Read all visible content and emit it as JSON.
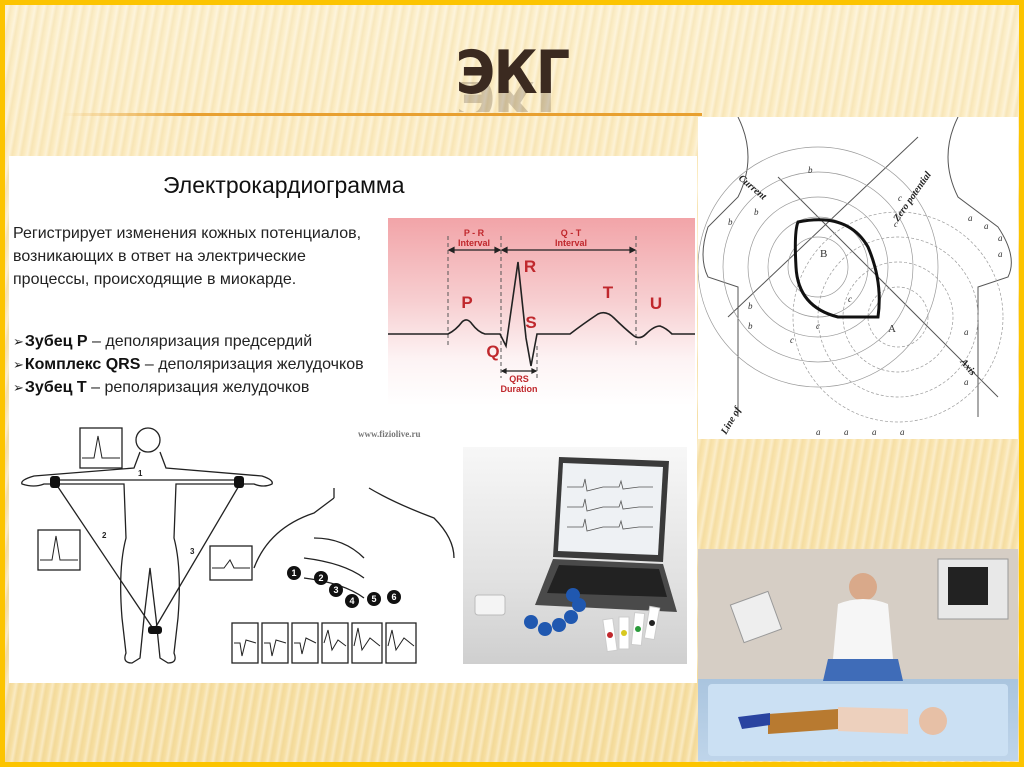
{
  "slide": {
    "title": "ЭКГ",
    "accent_colors": {
      "frame": "#fcc400",
      "rule": "#e8a030",
      "title_text": "#3b2a20",
      "ecg_label": "#c0282d"
    }
  },
  "left_panel": {
    "heading": "Электрокардиограмма",
    "description": "Регистрирует изменения кожных потенциалов, возникающих в ответ на электрические процессы, происходящие в миокарде.",
    "bullets": [
      {
        "marker": "➢",
        "term": "Зубец P",
        "text": " – деполяризация предсердий"
      },
      {
        "marker": "➢",
        "term": "Комплекс QRS",
        "text": " – деполяризация желудочков"
      },
      {
        "marker": "➢",
        "term": "Зубец T",
        "text": " – реполяризация желудочков"
      }
    ]
  },
  "ecg_diagram": {
    "interval_labels": [
      {
        "line1": "P - R",
        "line2": "Interval"
      },
      {
        "line1": "Q - T",
        "line2": "Interval"
      }
    ],
    "wave_labels": [
      "P",
      "Q",
      "R",
      "S",
      "T",
      "U"
    ],
    "duration_label": {
      "line1": "QRS",
      "line2": "Duration"
    }
  },
  "leads_figure": {
    "watermark": "www.fiziolive.ru",
    "limb_lead_numbers": [
      "1",
      "2",
      "3"
    ],
    "chest_electrodes": [
      "1",
      "2",
      "3",
      "4",
      "5",
      "6"
    ]
  },
  "dipole_figure": {
    "labels": {
      "current": "Current",
      "zero_potential": "Zero potential",
      "axis": "Axis",
      "line_of": "Line of",
      "point_a": "A",
      "point_b": "B"
    },
    "zone_letters": [
      "a",
      "b",
      "c"
    ]
  },
  "images": {
    "device_photo": "ECG laptop with electrodes",
    "clinic_photo": "Child undergoing ECG with doctor"
  }
}
